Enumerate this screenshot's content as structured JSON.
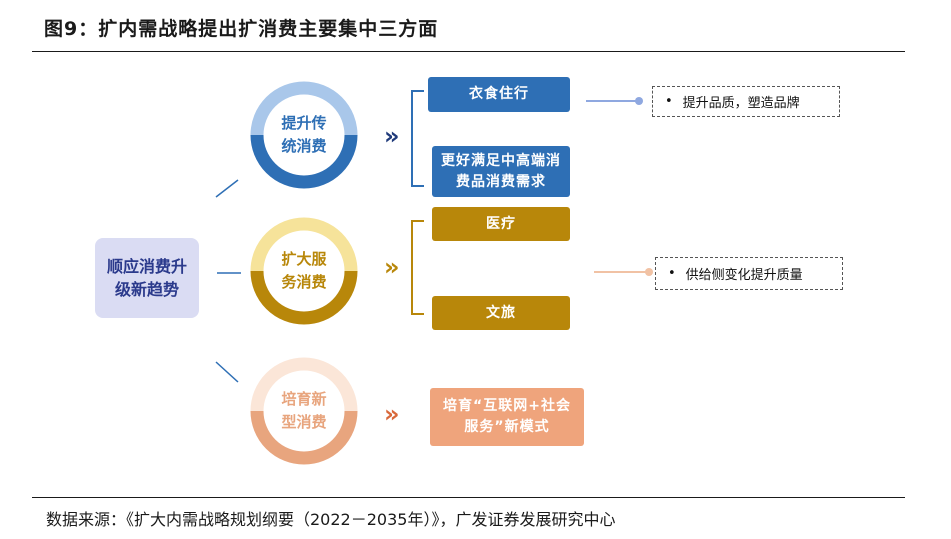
{
  "title": "图9：扩内需战略提出扩消费主要集中三方面",
  "root": "顺应消费升级新趋势",
  "branches": [
    {
      "label": "提升传统消费",
      "color": "#2e6fb5",
      "light": "#a9c7ea",
      "chevron": "»",
      "items": [
        "衣食住行",
        "更好满足中高端消费品消费需求"
      ],
      "note": "提升品质，塑造品牌"
    },
    {
      "label": "扩大服务消费",
      "color": "#b8870a",
      "light": "#f6e39a",
      "chevron": "»",
      "items": [
        "医疗",
        "文旅"
      ],
      "note": "供给侧变化提升质量"
    },
    {
      "label": "培育新型消费",
      "color": "#e8a57e",
      "light": "#fbe6d8",
      "chevron": "»",
      "items": [
        "培育“互联网+社会服务”新模式"
      ],
      "note": ""
    }
  ],
  "note_bullet": "•",
  "source": "数据来源：《扩大内需战略规划纲要（2022－2035年）》，广发证券发展研究中心"
}
